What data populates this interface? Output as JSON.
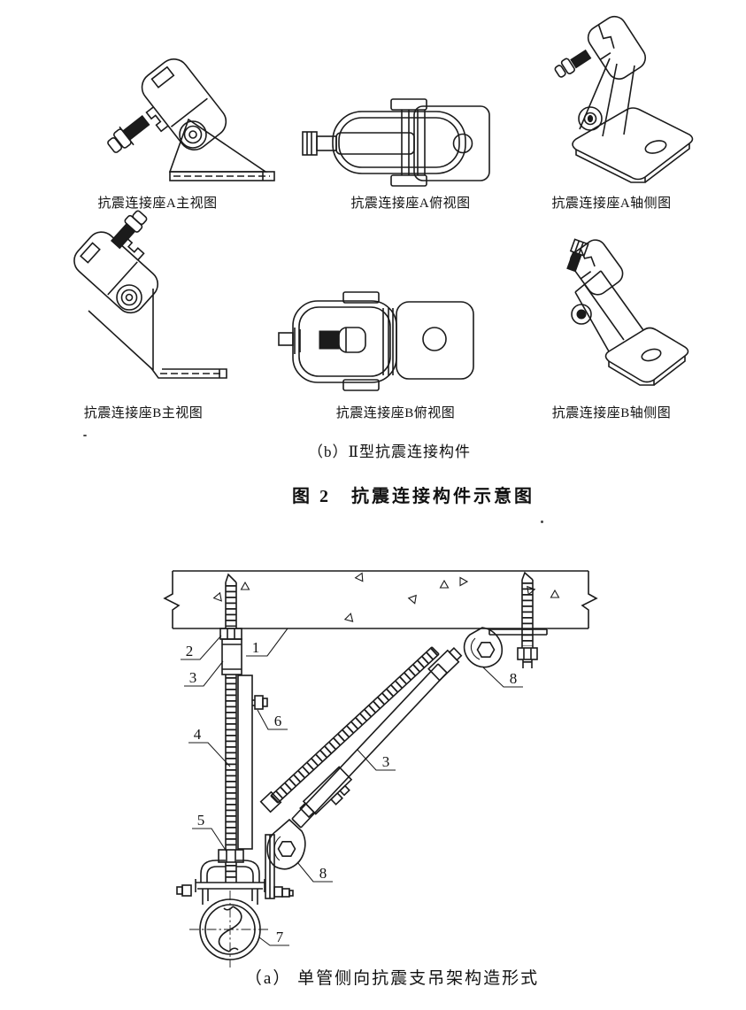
{
  "page": {
    "background": "#ffffff",
    "ink": "#1b1b1b"
  },
  "figure2": {
    "drawings": [
      {
        "caption": "抗震连接座A主视图"
      },
      {
        "caption": "抗震连接座A俯视图"
      },
      {
        "caption": "抗震连接座A轴侧图"
      },
      {
        "caption": "抗震连接座B主视图"
      },
      {
        "caption": "抗震连接座B俯视图"
      },
      {
        "caption": "抗震连接座B轴侧图"
      }
    ],
    "subfigure_label": "（b）Ⅱ型抗震连接构件",
    "figure_title": "图 2　抗震连接构件示意图"
  },
  "assembly": {
    "subfigure_label": "（a） 单管侧向抗震支吊架构造形式",
    "part_labels": {
      "slab": "1",
      "hanger_nut": "2",
      "hanger_coupler": "3",
      "hanger_channel": "4",
      "clamp_nut": "5",
      "channel_bolt": "6",
      "pipe_clamp": "7",
      "lower_seat": "8",
      "brace": "3",
      "upper_seat": "8"
    }
  }
}
